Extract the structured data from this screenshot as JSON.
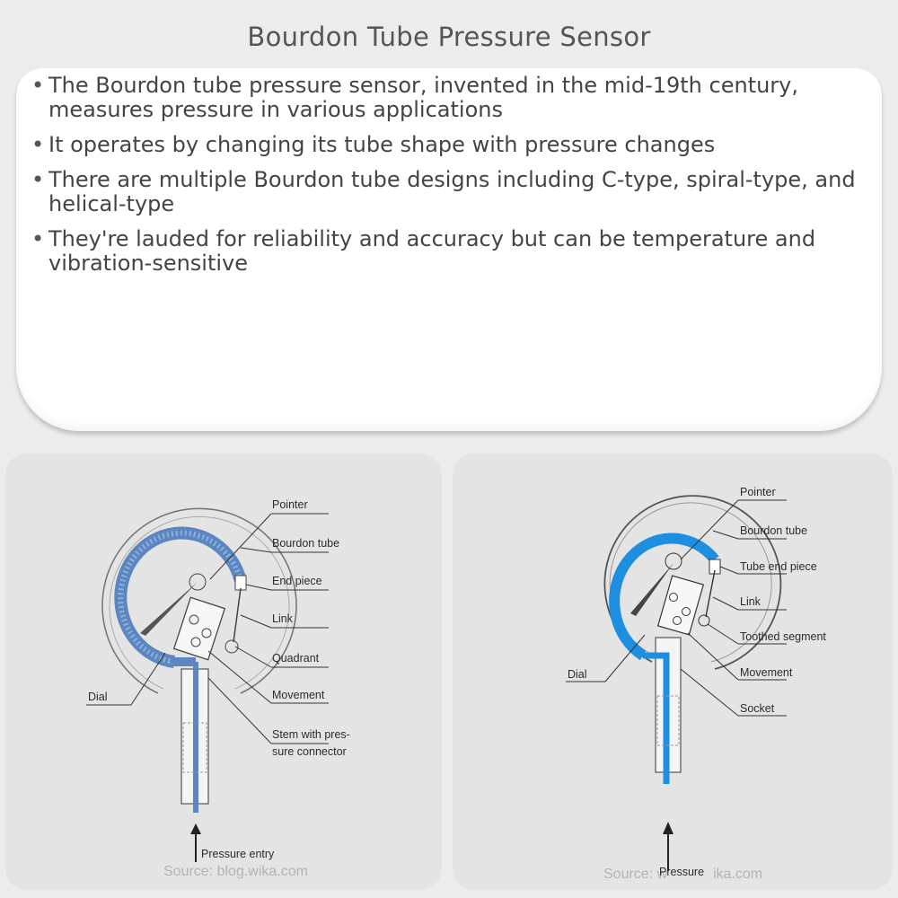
{
  "title": "Bourdon Tube Pressure Sensor",
  "bullets": [
    "The Bourdon tube pressure sensor, invented in the mid-19th century, measures pressure in various applications",
    "It operates by changing its tube shape with pressure changes",
    "There are multiple Bourdon tube designs including C-type, spiral-type, and helical-type",
    "They're lauded for reliability and accuracy but can be temperature and vibration-sensitive"
  ],
  "left_diagram": {
    "labels": {
      "pointer": "Pointer",
      "bourdon_tube": "Bourdon tube",
      "end_piece": "End piece",
      "link": "Link",
      "quadrant": "Quadrant",
      "movement": "Movement",
      "stem_line1": "Stem with pres-",
      "stem_line2": "sure connector",
      "dial": "Dial",
      "pressure_entry": "Pressure entry"
    },
    "source": "Source: blog.wika.com",
    "tube_color": "#5b86c0"
  },
  "right_diagram": {
    "labels": {
      "pointer": "Pointer",
      "bourdon_tube": "Bourdon tube",
      "tube_end_piece": "Tube end piece",
      "link": "Link",
      "toothed_segment": "Toothed segment",
      "movement": "Movement",
      "socket": "Socket",
      "dial": "Dial",
      "pressure": "Pressure"
    },
    "source": "Source: w",
    "source_end": "ika.com",
    "tube_color": "#1e8ee0"
  }
}
